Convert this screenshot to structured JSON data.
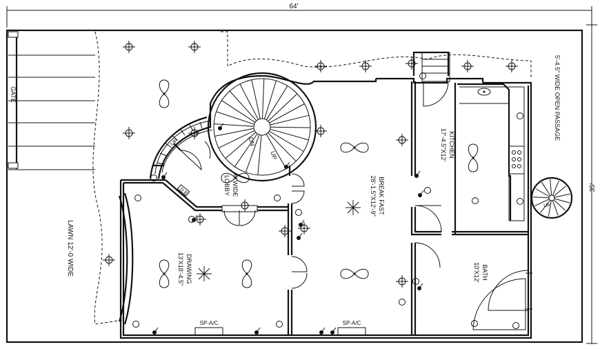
{
  "dimensions": {
    "width_label": "64'",
    "height_label": "35'"
  },
  "labels": {
    "gate": "GATE",
    "lawn": "LAWN 12'-0 WIDE",
    "passage": "5'-4.5\" WIDE OPEN PASSAGE",
    "lobby_name": "LOBBY",
    "lobby_size": "6' WIDE",
    "drawing_name": "DRAWING",
    "drawing_size": "13'X18'-4.5\"",
    "breakfast_name": "BREAK FAST",
    "breakfast_size": "28'-1.5\"X12'-9\"",
    "kitchen_name": "KITCHEN",
    "kitchen_size": "17'-4.5\"X12'",
    "bath_name": "BATH",
    "bath_size": "10'X12'",
    "ac_drawing": "SP-A/C",
    "ac_breakfast": "SP-A/C",
    "db": "D.B",
    "stair_up": "UP",
    "stair_dn": "DN",
    "spiral_up": "UP",
    "curve_up": "UP"
  },
  "symbols": {
    "light": "ceiling-light-icon",
    "fan": "ceiling-fan-icon",
    "chandelier": "chandelier-icon",
    "switch": "switch-board-icon"
  }
}
